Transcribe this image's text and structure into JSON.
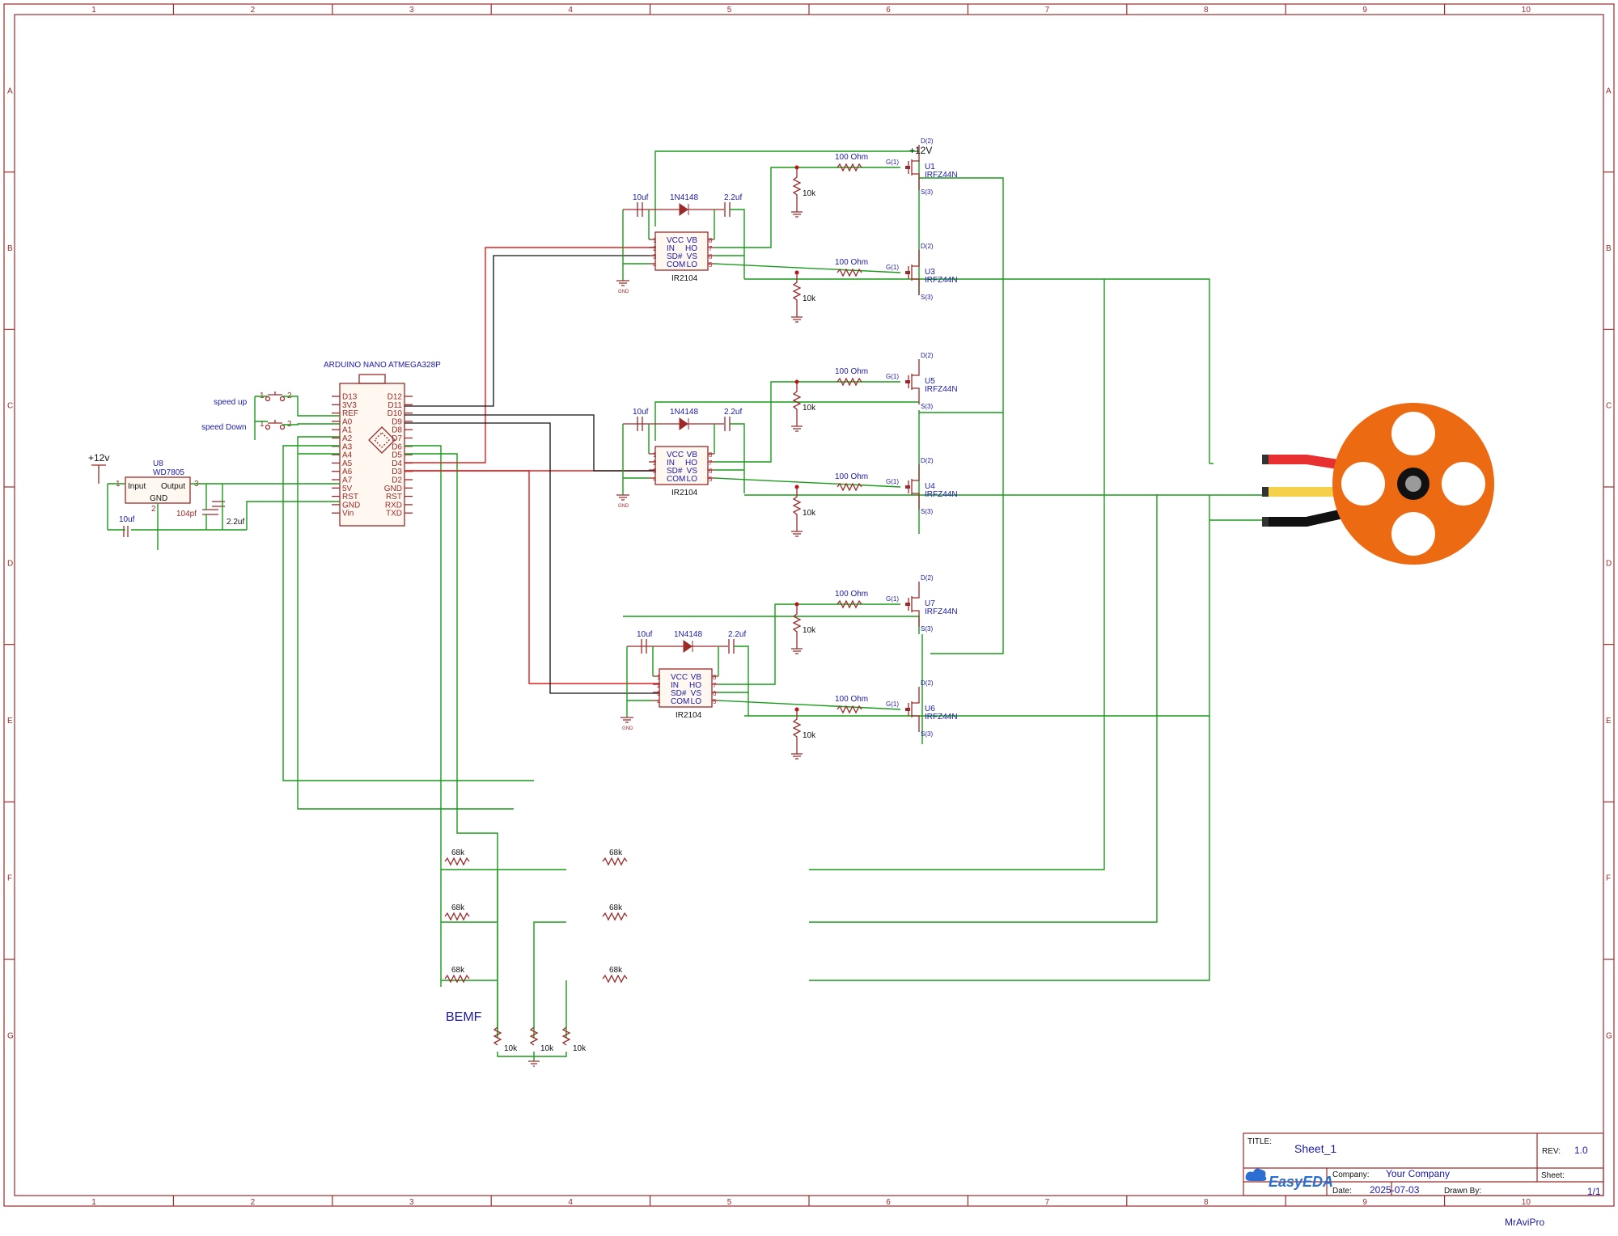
{
  "frame": {
    "columns": [
      "1",
      "2",
      "3",
      "4",
      "5",
      "6",
      "7",
      "8",
      "9",
      "10"
    ],
    "rows": [
      "A",
      "B",
      "C",
      "D",
      "E",
      "F",
      "G"
    ]
  },
  "arduino": {
    "title": "ARDUINO NANO ATMEGA328P",
    "left_pins": [
      "D13",
      "3V3",
      "REF",
      "A0",
      "A1",
      "A2",
      "A3",
      "A4",
      "A5",
      "A6",
      "A7",
      "5V",
      "RST",
      "GND",
      "Vin"
    ],
    "right_pins": [
      "D12",
      "D11",
      "D10",
      "D9",
      "D8",
      "D7",
      "D6",
      "D5",
      "D4",
      "D3",
      "D2",
      "GND",
      "RST",
      "RXD",
      "TXD"
    ]
  },
  "buttons": {
    "up": "speed up",
    "down": "speed Down",
    "pin1": "1",
    "pin2": "2"
  },
  "regulator": {
    "ref": "U8",
    "part": "WD7805",
    "input": "Input",
    "output": "Output",
    "gnd": "GND",
    "pin1": "1",
    "pin2": "2",
    "pin3": "3"
  },
  "power": {
    "v12a": "+12v",
    "v12b": "+12V",
    "gnd": "GND"
  },
  "caps": {
    "c10uf": "10uf",
    "c104": "104pf",
    "c22uf": "2.2uf"
  },
  "driver": {
    "part": "IR2104",
    "diode": "1N4148",
    "left_pins": [
      "VCC",
      "IN",
      "SD#",
      "COM"
    ],
    "right_pins": [
      "VB",
      "HO",
      "VS",
      "LO"
    ],
    "left_nums": [
      "1",
      "2",
      "3",
      "4"
    ],
    "right_nums": [
      "8",
      "7",
      "6",
      "5"
    ]
  },
  "mosfet": {
    "part": "IRFZ44N",
    "gate": "G(1)",
    "drain": "D(2)",
    "source": "S(3)",
    "refs": [
      "U1",
      "U3",
      "U5",
      "U4",
      "U7",
      "U6"
    ]
  },
  "resistors": {
    "gate": "100 Ohm",
    "pulldown": "10k",
    "divider": "68k"
  },
  "bemf": "BEMF",
  "title_block": {
    "title_label": "TITLE:",
    "title": "Sheet_1",
    "rev_label": "REV:",
    "rev": "1.0",
    "company_label": "Company:",
    "company": "Your Company",
    "sheet_label": "Sheet:",
    "sheet": "1/1",
    "date_label": "Date:",
    "date": "2025-07-03",
    "drawn_label": "Drawn By:",
    "logo": "EasyEDA"
  },
  "author": "MrAviPro",
  "colors": {
    "wire": "#1a9a1a",
    "frame": "#9b2a2a",
    "motor": "#ec6a12",
    "phase_red": "#e83030",
    "phase_yellow": "#f5d04a",
    "phase_black": "#111111",
    "label_blue": "#1a1aa8"
  }
}
